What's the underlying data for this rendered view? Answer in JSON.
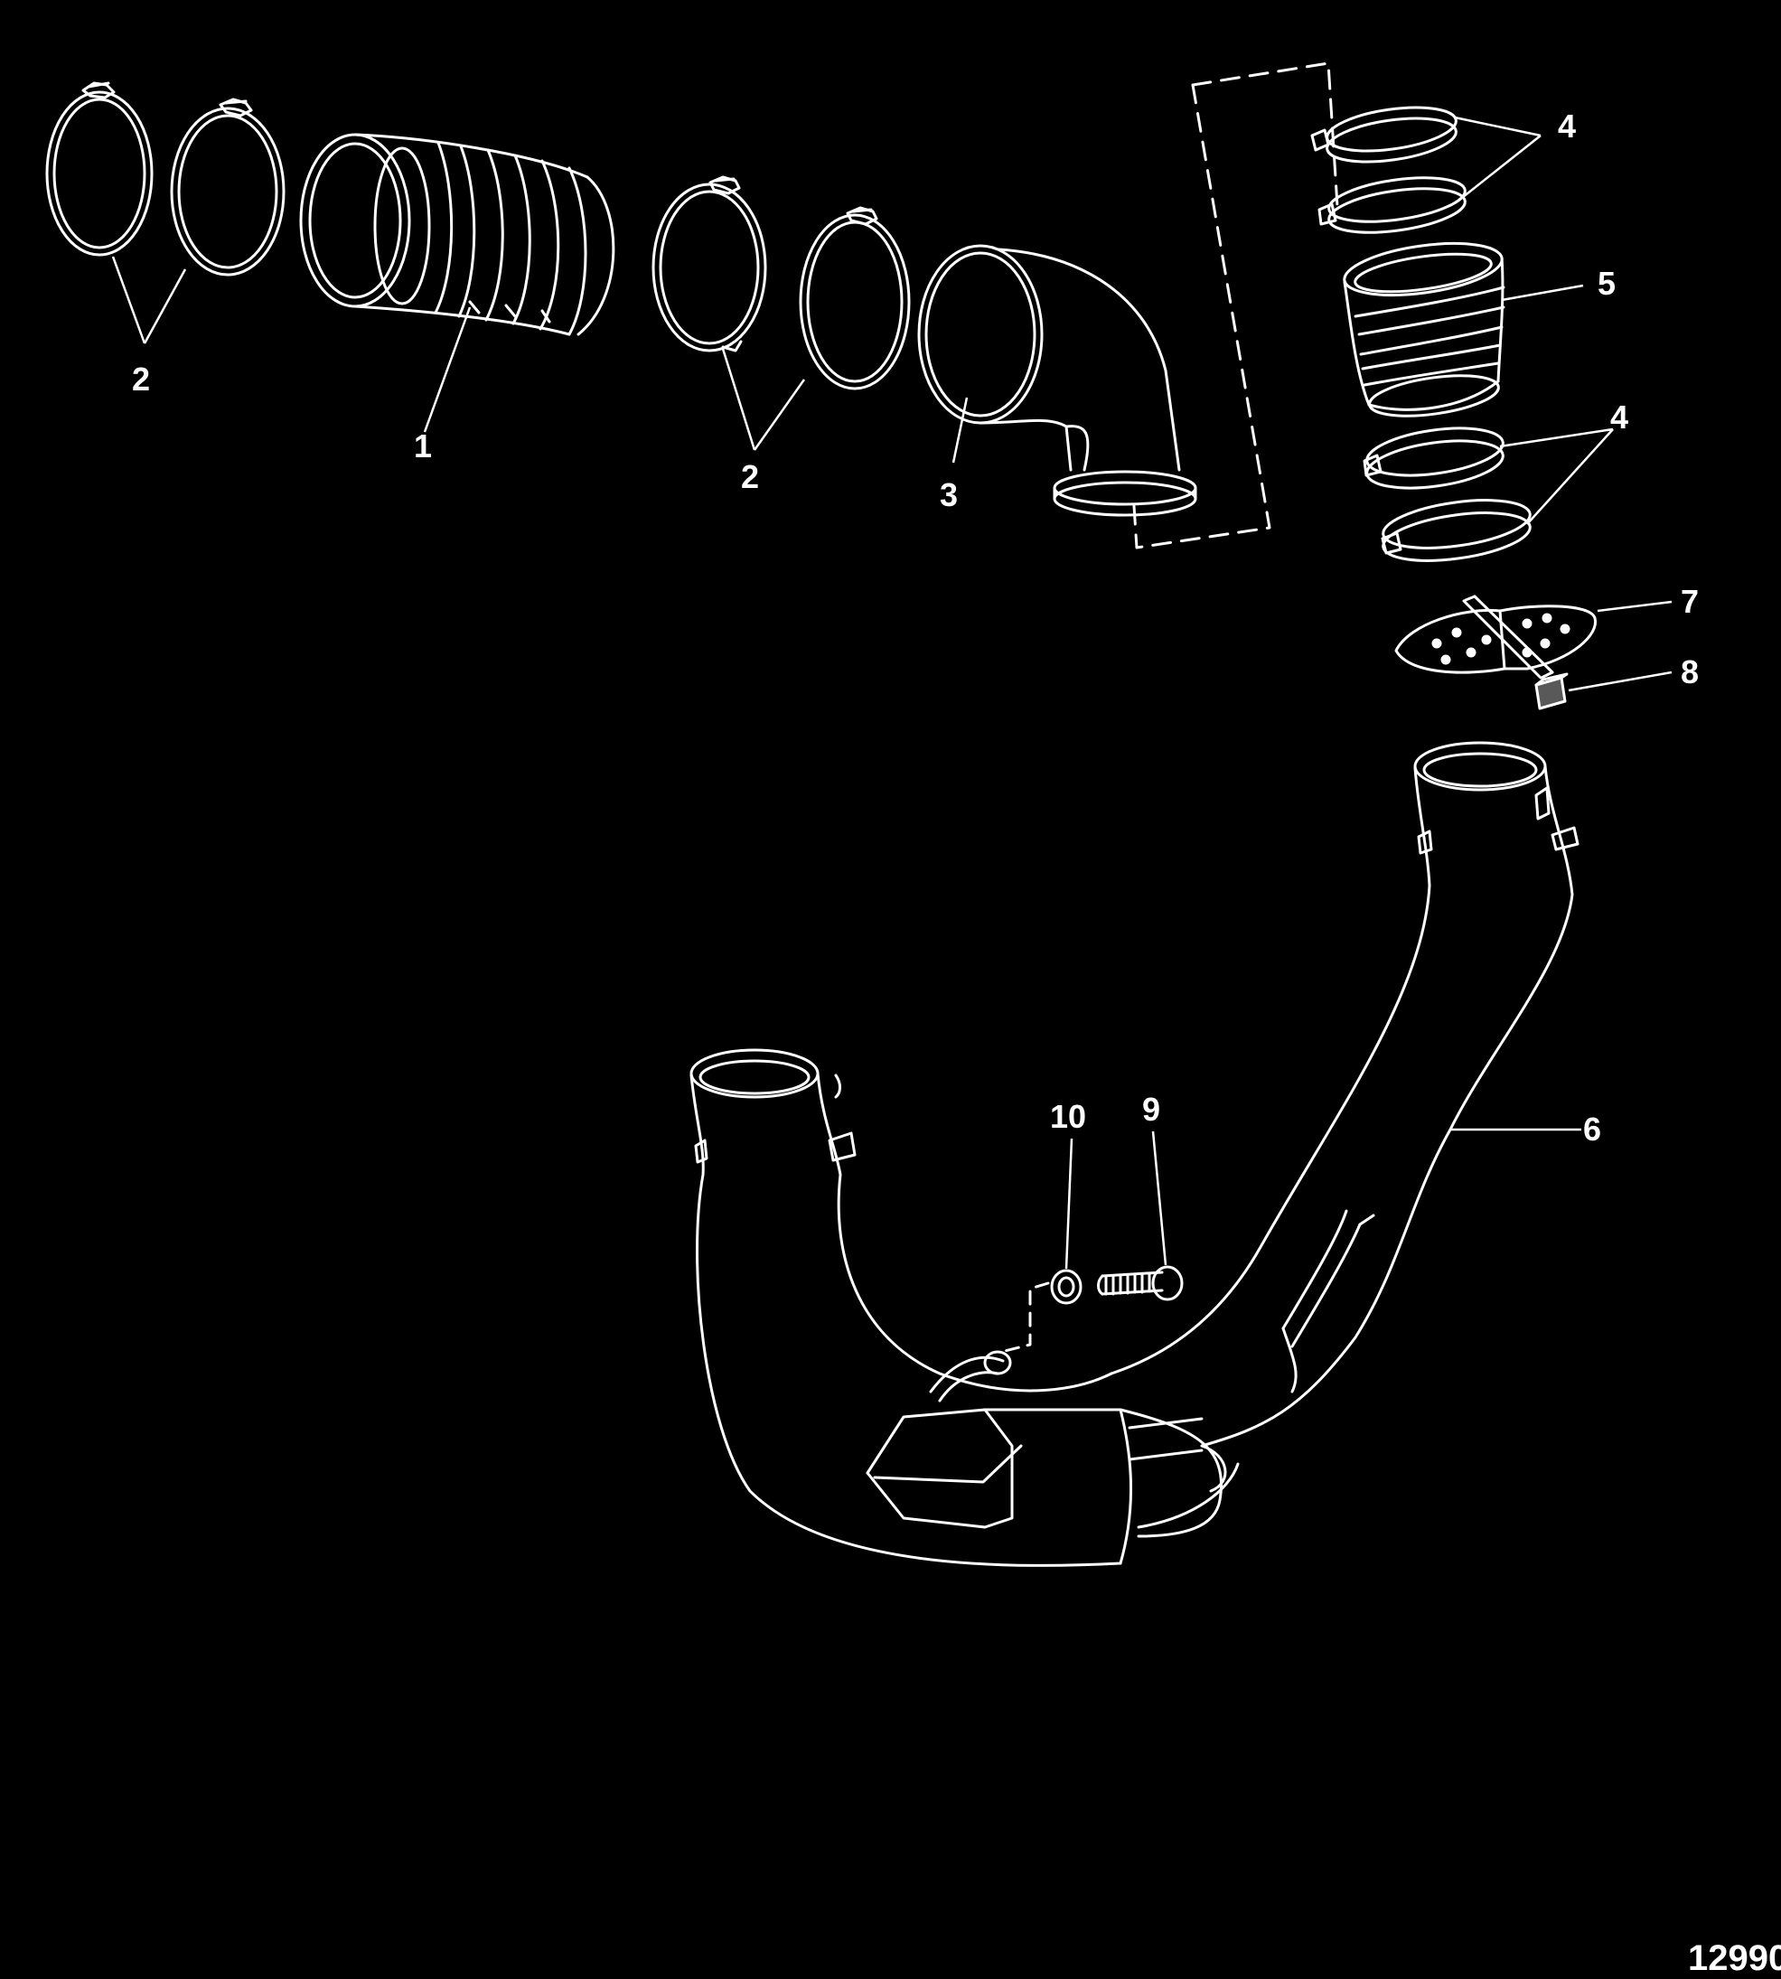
{
  "diagram": {
    "colors": {
      "background": "#000000",
      "line": "#ffffff"
    },
    "callouts": {
      "c1": "1",
      "c2a": "2",
      "c2b": "2",
      "c3": "3",
      "c4a": "4",
      "c4b": "4",
      "c5": "5",
      "c6": "6",
      "c7": "7",
      "c8": "8",
      "c9": "9",
      "c10": "10"
    },
    "figure_number": "12990"
  }
}
